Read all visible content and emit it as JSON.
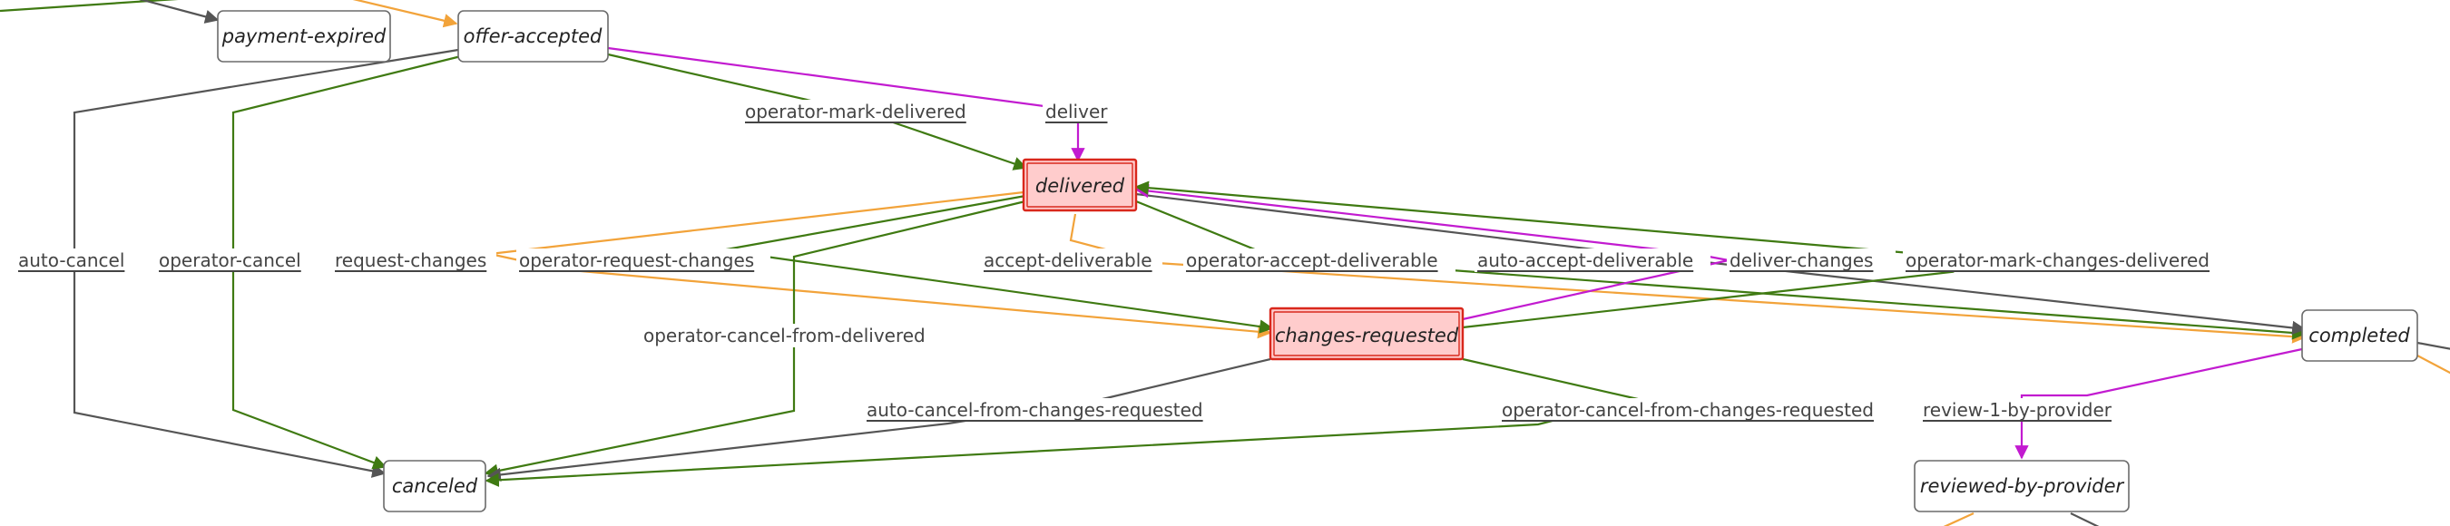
{
  "colors": {
    "gray": "#555555",
    "green": "#3f7a12",
    "orange": "#f2a33a",
    "magenta": "#c21bd0",
    "highlight_fill": "#ffcccc",
    "highlight_stroke": "#d9281c"
  },
  "states": {
    "payment_expired": "payment-expired",
    "offer_accepted": "offer-accepted",
    "delivered": "delivered",
    "changes_requested": "changes-requested",
    "completed": "completed",
    "canceled": "canceled",
    "reviewed_by_provider": "reviewed-by-provider"
  },
  "transitions": {
    "auto_cancel": "auto-cancel",
    "operator_cancel": "operator-cancel",
    "operator_mark_delivered": "operator-mark-delivered",
    "deliver": "deliver",
    "request_changes": "request-changes",
    "operator_request_changes": "operator-request-changes",
    "operator_cancel_from_delivered": "operator-cancel-from-delivered",
    "accept_deliverable": "accept-deliverable",
    "operator_accept_deliverable": "operator-accept-deliverable",
    "auto_accept_deliverable": "auto-accept-deliverable",
    "deliver_changes": "deliver-changes",
    "operator_mark_changes_delivered": "operator-mark-changes-delivered",
    "auto_cancel_from_changes_requested": "auto-cancel-from-changes-requested",
    "operator_cancel_from_changes_requested": "operator-cancel-from-changes-requested",
    "review_1_by_provider": "review-1-by-provider"
  }
}
